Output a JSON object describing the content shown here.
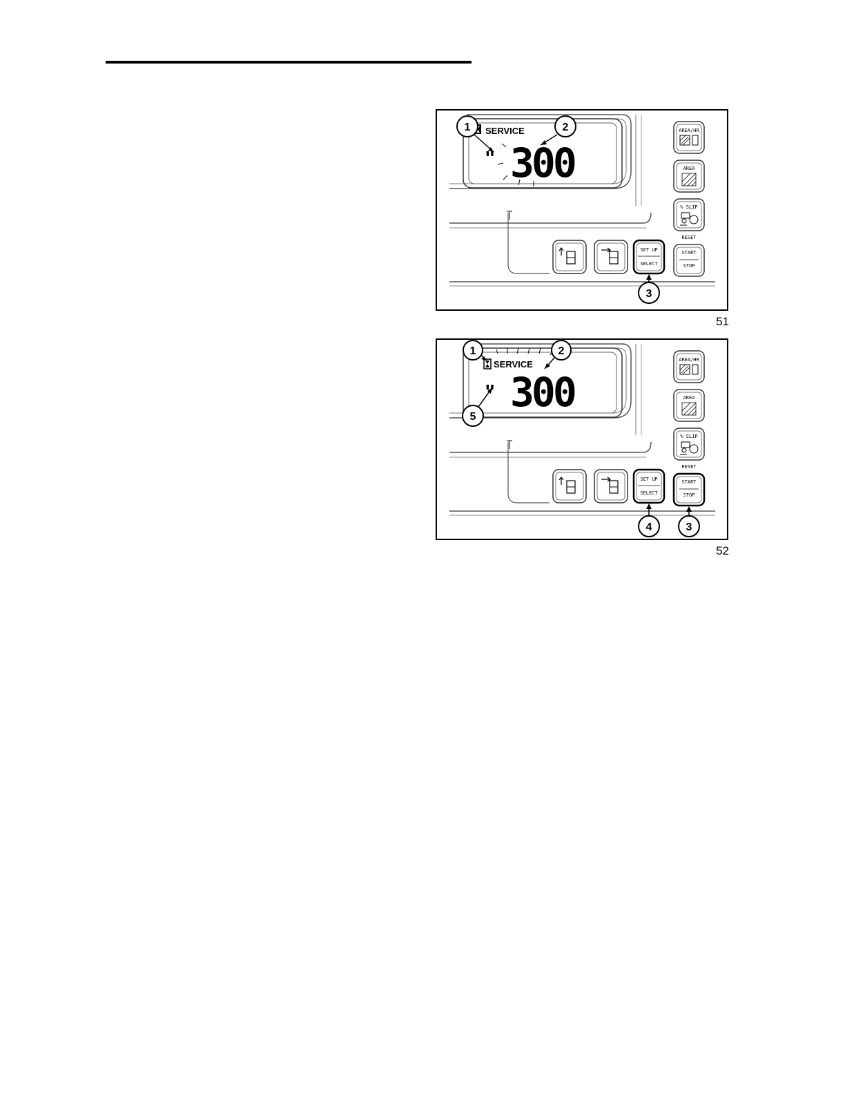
{
  "figures": [
    {
      "number": "51",
      "display": {
        "label": "SERVICE",
        "digits": "300",
        "prefix": "''"
      },
      "keys": {
        "area_hr": "AREA/HR",
        "area": "AREA",
        "slip": "% SLIP",
        "reset": "RESET",
        "setup": "SET UP",
        "select": "SELECT",
        "start": "START",
        "stop": "STOP"
      },
      "callouts": [
        "1",
        "2",
        "3"
      ]
    },
    {
      "number": "52",
      "display": {
        "label": "SERVICE",
        "digits": "300",
        "prefix": "''"
      },
      "keys": {
        "area_hr": "AREA/HR",
        "area": "AREA",
        "slip": "% SLIP",
        "reset": "RESET",
        "setup": "SET UP",
        "select": "SELECT",
        "start": "START",
        "stop": "STOP"
      },
      "callouts": [
        "1",
        "2",
        "5",
        "4",
        "3"
      ]
    }
  ]
}
